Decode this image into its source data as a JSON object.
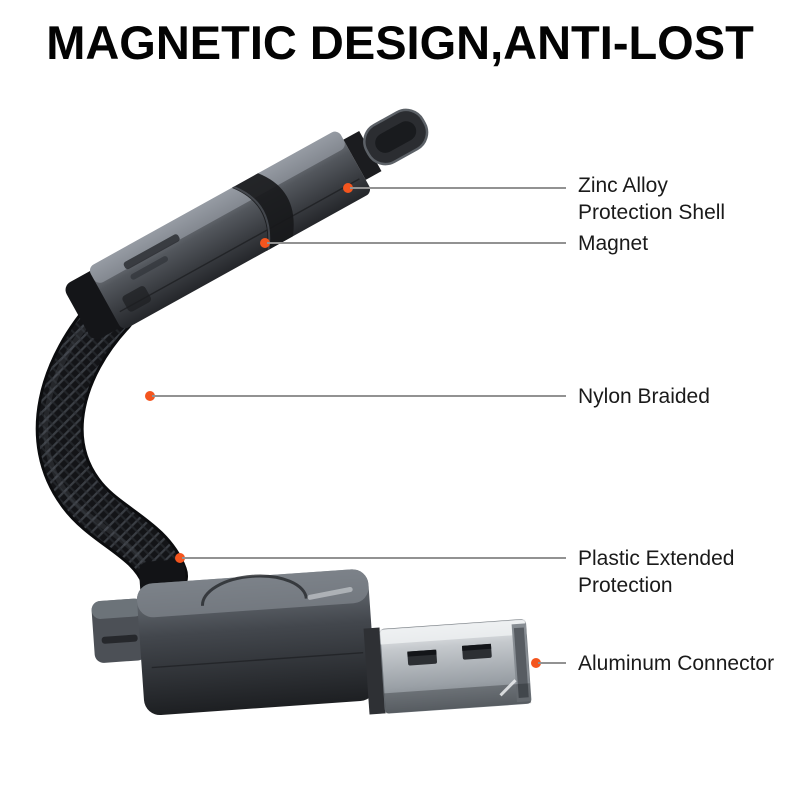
{
  "title": "MAGNETIC DESIGN,ANTI-LOST",
  "colors": {
    "accent": "#f4551e",
    "leader_line": "#929292",
    "title": "#030303",
    "label": "#1a1a1a"
  },
  "callouts": [
    {
      "id": "zinc-alloy-protection-shell",
      "label": "Zinc Alloy\nProtection Shell"
    },
    {
      "id": "magnet",
      "label": "Magnet"
    },
    {
      "id": "nylon-braided",
      "label": "Nylon Braided"
    },
    {
      "id": "plastic-extended-protection",
      "label": "Plastic Extended\nProtection"
    },
    {
      "id": "aluminum-connector",
      "label": "Aluminum Connector"
    }
  ],
  "illustration": {
    "name": "magnetic-usb-cable-product-photo"
  }
}
